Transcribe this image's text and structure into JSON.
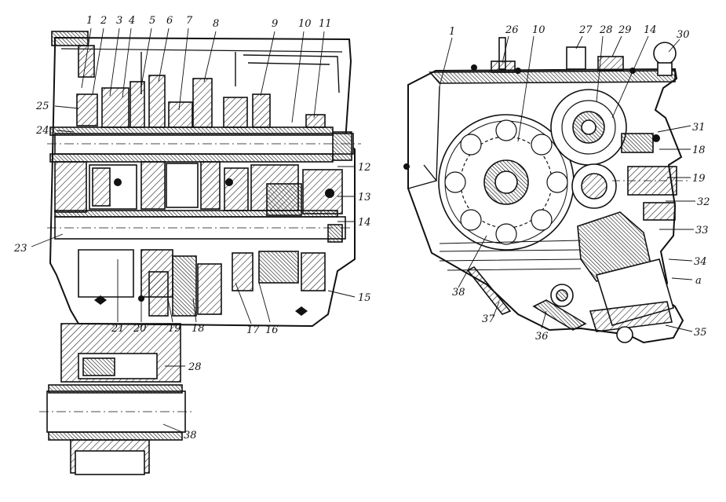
{
  "figure": {
    "left_view": {
      "callouts": [
        "1",
        "2",
        "3",
        "4",
        "5",
        "6",
        "7",
        "8",
        "9",
        "10",
        "11",
        "12",
        "13",
        "14",
        "15",
        "16",
        "17",
        "18",
        "19",
        "20",
        "21",
        "23",
        "24",
        "25",
        "28",
        "38"
      ]
    },
    "right_view": {
      "callouts": [
        "1",
        "10",
        "14",
        "18",
        "19",
        "26",
        "27",
        "28",
        "29",
        "30",
        "31",
        "32",
        "33",
        "34",
        "35",
        "36",
        "37",
        "38",
        "a"
      ]
    }
  }
}
